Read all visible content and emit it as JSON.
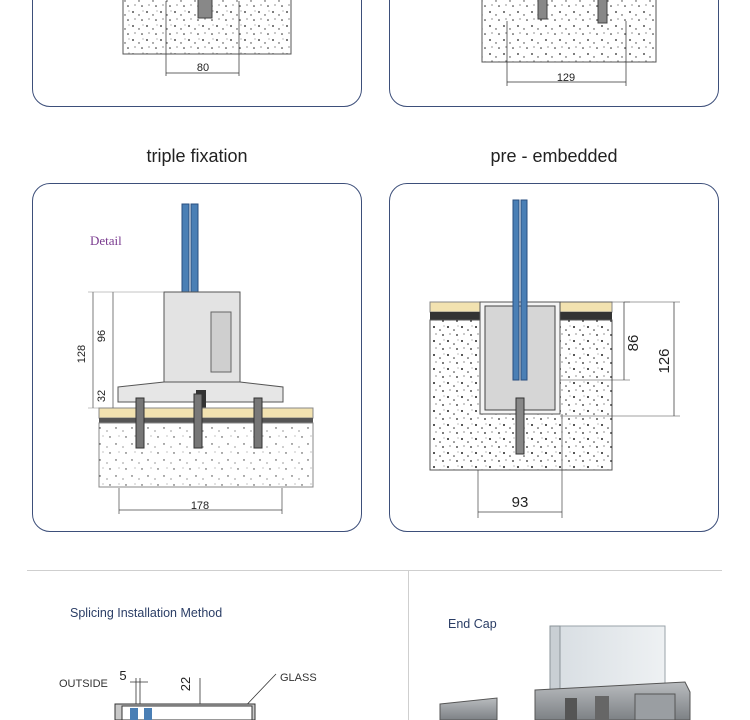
{
  "top_panels": [
    {
      "dimension": "80"
    },
    {
      "dimension": "129"
    }
  ],
  "captions": {
    "left": "triple fixation",
    "right": "pre - embedded"
  },
  "triple_fixation": {
    "detail_label": "Detail",
    "dim_128": "128",
    "dim_96": "96",
    "dim_32": "32",
    "dim_178": "178"
  },
  "pre_embedded": {
    "dim_86": "86",
    "dim_126": "126",
    "dim_93": "93"
  },
  "splicing": {
    "title": "Splicing Installation Method",
    "outside_label": "OUTSIDE",
    "glass_label": "GLASS",
    "dim_5": "5",
    "dim_22": "22"
  },
  "end_cap": {
    "title": "End Cap"
  },
  "colors": {
    "panel_border": "#3d4f7a",
    "glass_blue": "#4a7fb5",
    "concrete": "#ffffff",
    "aluminium": "#d9d9d9",
    "sand": "#f2e2b0"
  }
}
